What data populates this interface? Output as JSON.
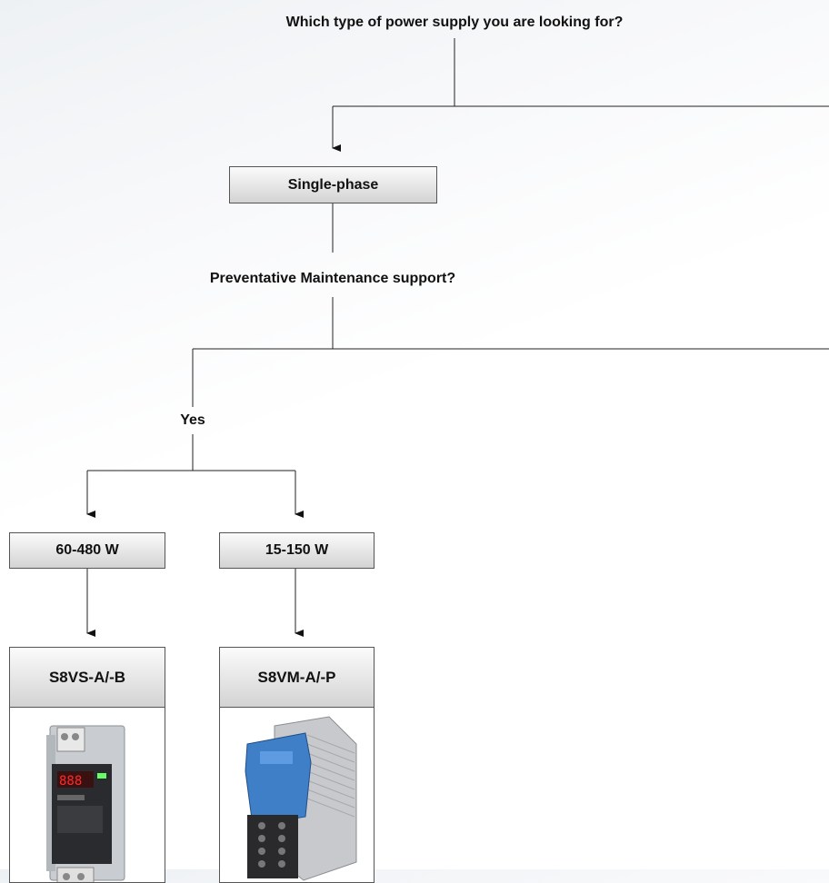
{
  "question_main": "Which type of power supply you are looking for?",
  "phase_option": "Single-phase",
  "question_pm": "Preventative Maintenance support?",
  "pm_answer": "Yes",
  "power_ranges": [
    "60-480 W",
    "15-150 W"
  ],
  "products": [
    {
      "model": "S8VS-A/-B",
      "image": "s8vs-power-supply-photo"
    },
    {
      "model": "S8VM-A/-P",
      "image": "s8vm-power-supply-photo"
    }
  ]
}
